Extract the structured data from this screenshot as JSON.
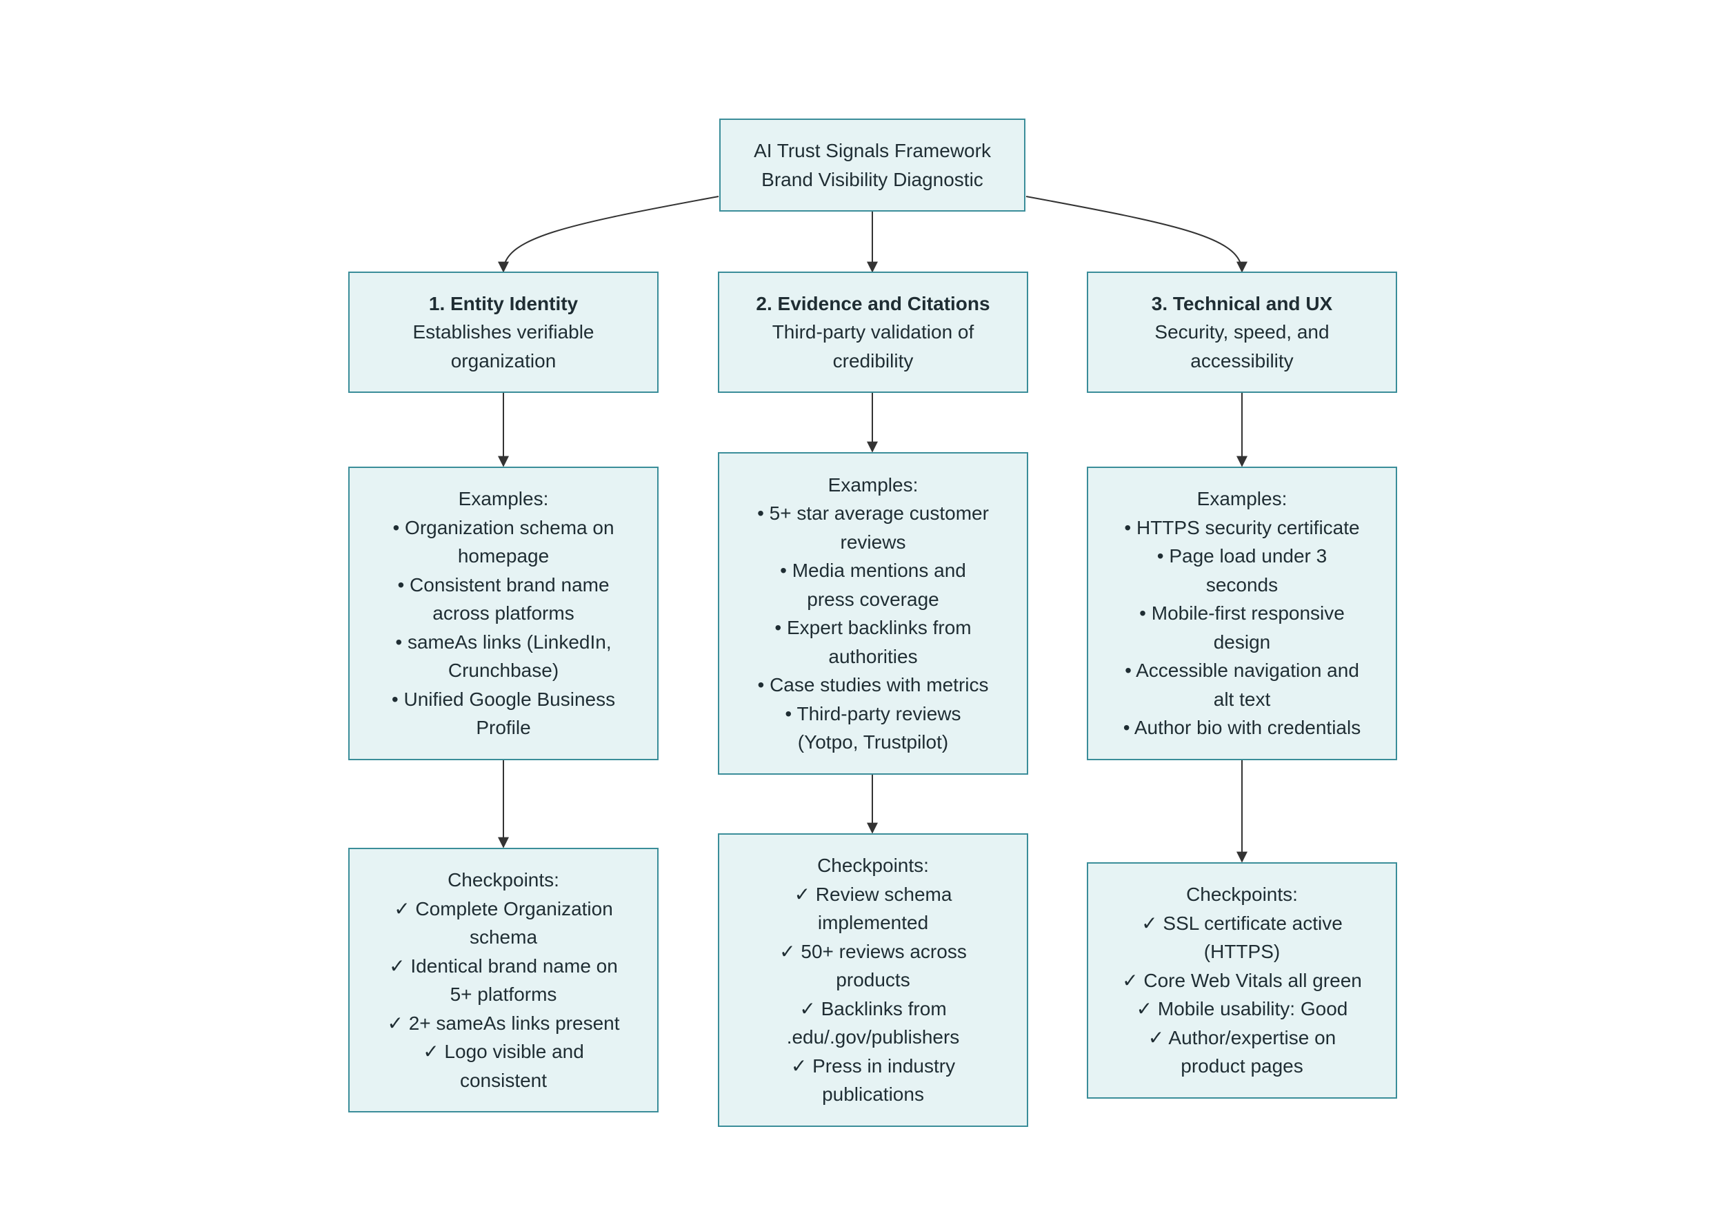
{
  "colors": {
    "node_fill": "#e6f3f4",
    "node_border": "#3a8d99",
    "edge": "#333333",
    "text": "#1f2d33"
  },
  "root": {
    "lines": [
      "AI Trust Signals Framework",
      "Brand Visibility Diagnostic"
    ]
  },
  "columns": [
    {
      "pillar": {
        "title": "1. Entity Identity",
        "lines": [
          "Establishes verifiable",
          "organization"
        ]
      },
      "examples": {
        "lines": [
          "Examples:",
          "• Organization schema on",
          "homepage",
          "• Consistent brand name",
          "across platforms",
          "• sameAs links (LinkedIn,",
          "Crunchbase)",
          "• Unified Google Business",
          "Profile"
        ]
      },
      "checkpoints": {
        "lines": [
          "Checkpoints:",
          "✓ Complete Organization",
          "schema",
          "✓ Identical brand name on",
          "5+ platforms",
          "✓ 2+ sameAs links present",
          "✓ Logo visible and",
          "consistent"
        ]
      }
    },
    {
      "pillar": {
        "title": "2. Evidence and Citations",
        "lines": [
          "Third-party validation of",
          "credibility"
        ]
      },
      "examples": {
        "lines": [
          "Examples:",
          "• 5+ star average customer",
          "reviews",
          "• Media mentions and",
          "press coverage",
          "• Expert backlinks from",
          "authorities",
          "• Case studies with metrics",
          "• Third-party reviews",
          "(Yotpo, Trustpilot)"
        ]
      },
      "checkpoints": {
        "lines": [
          "Checkpoints:",
          "✓ Review schema",
          "implemented",
          "✓ 50+ reviews across",
          "products",
          "✓ Backlinks from",
          ".edu/.gov/publishers",
          "✓ Press in industry",
          "publications"
        ]
      }
    },
    {
      "pillar": {
        "title": "3. Technical and UX",
        "lines": [
          "Security, speed, and",
          "accessibility"
        ]
      },
      "examples": {
        "lines": [
          "Examples:",
          "• HTTPS security certificate",
          "• Page load under 3",
          "seconds",
          "• Mobile-first responsive",
          "design",
          "• Accessible navigation and",
          "alt text",
          "• Author bio with credentials"
        ]
      },
      "checkpoints": {
        "lines": [
          "Checkpoints:",
          "✓ SSL certificate active",
          "(HTTPS)",
          "✓ Core Web Vitals all green",
          "✓ Mobile usability: Good",
          "✓ Author/expertise on",
          "product pages"
        ]
      }
    }
  ]
}
